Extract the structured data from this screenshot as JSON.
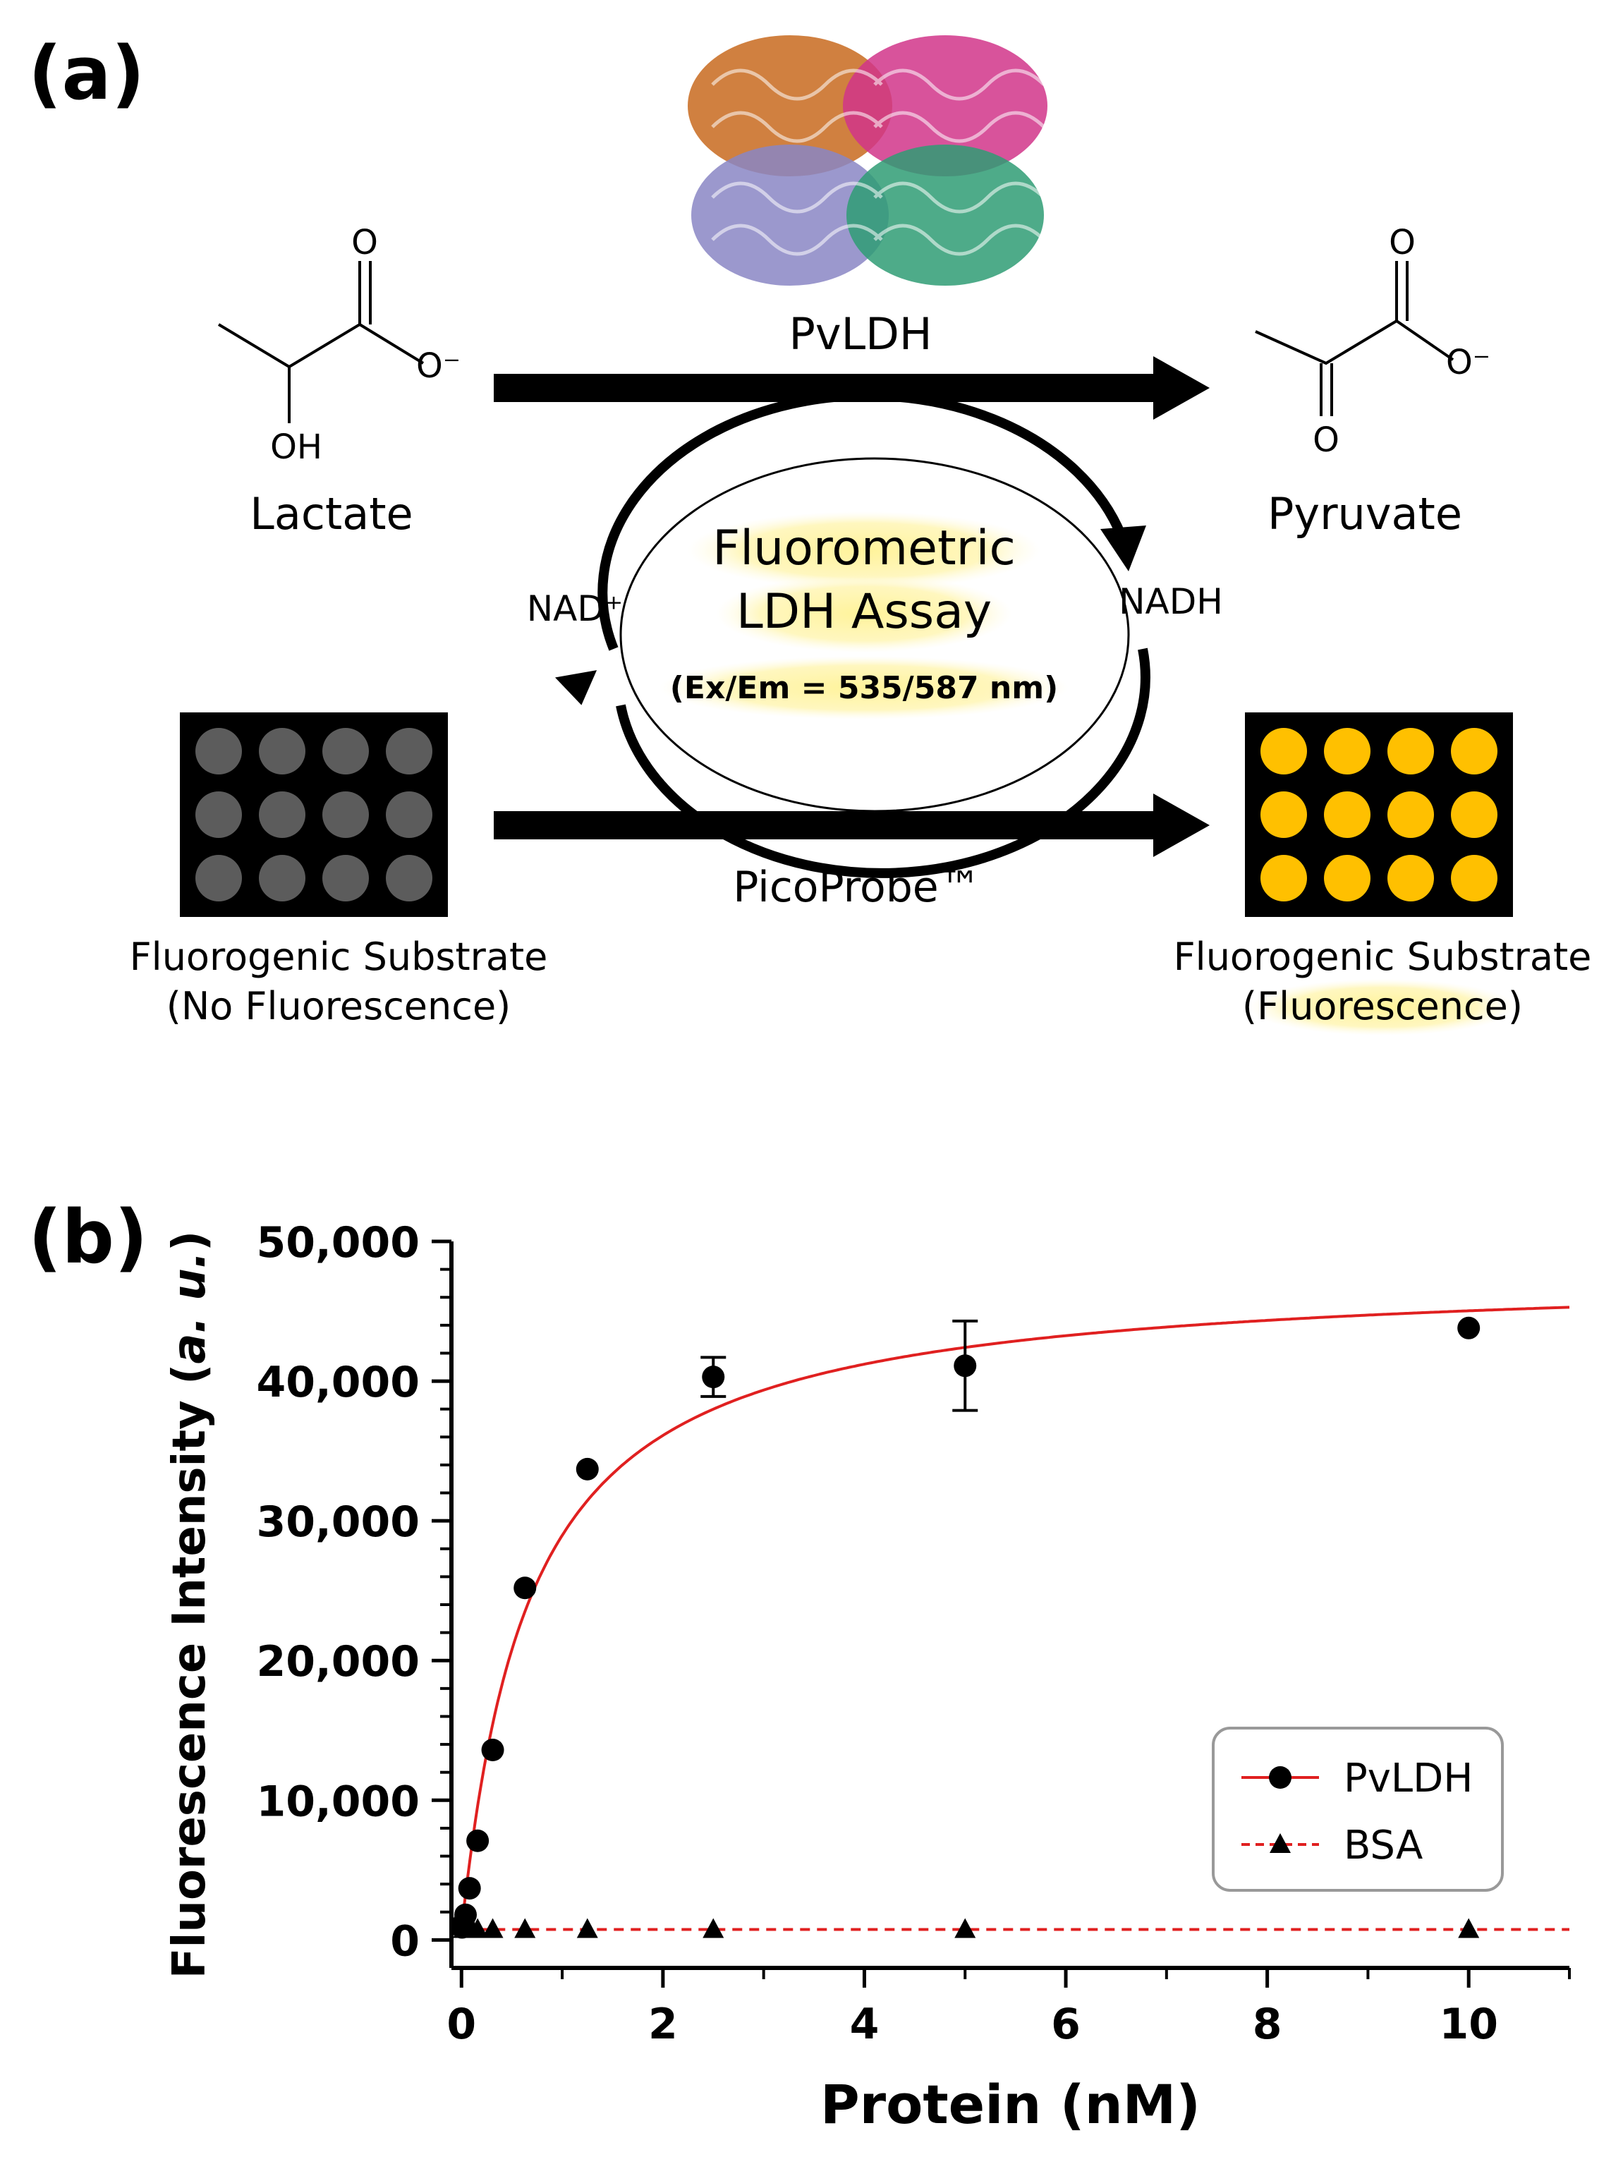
{
  "panel_a": {
    "label": "(a)",
    "enzyme": "PvLDH",
    "substrate": "Lactate",
    "product": "Pyruvate",
    "oh_label": "OH",
    "o_label": "O",
    "o_minus_label": "O⁻",
    "cofactor_left": "NAD⁺",
    "cofactor_right": "NADH",
    "assay_title_line1": "Fluorometric",
    "assay_title_line2": "LDH Assay",
    "assay_conditions": "(Ex/Em = 535/587 nm)",
    "probe": "PicoProbe™",
    "left_plate_caption_1": "Fluorogenic Substrate",
    "left_plate_caption_2": "(No Fluorescence)",
    "right_plate_caption_1": "Fluorogenic Substrate",
    "right_plate_caption_2_open": "(",
    "right_plate_caption_2_word": "Fluorescence",
    "right_plate_caption_2_close": ")",
    "colors": {
      "plate_bg": "#000000",
      "well_off": "#5c5c5c",
      "well_on": "#ffc000",
      "highlight": "#fff6a8"
    }
  },
  "panel_b": {
    "label": "(b)"
  },
  "chart_data": {
    "type": "scatter",
    "xlabel": "Protein (nM)",
    "ylabel_prefix": "Fluorescence Intensity (",
    "ylabel_italic": "a. u.",
    "ylabel_suffix": ")",
    "xlim": [
      -0.1,
      11
    ],
    "ylim": [
      -2000,
      50000
    ],
    "xticks": [
      0,
      2,
      4,
      6,
      8,
      10
    ],
    "xtick_labels": [
      "0",
      "2",
      "4",
      "6",
      "8",
      "10"
    ],
    "yticks": [
      0,
      10000,
      20000,
      30000,
      40000,
      50000
    ],
    "ytick_labels": [
      "0",
      "10,000",
      "20,000",
      "30,000",
      "40,000",
      "50,000"
    ],
    "legend_position": "bottom-right",
    "series": [
      {
        "name": "PvLDH",
        "marker": "circle",
        "color": "#000000",
        "fit_color": "#e02020",
        "fit_style": "solid",
        "fit_model": {
          "ymax": 48000,
          "kd": 0.66
        },
        "x": [
          0.005,
          0.02,
          0.04,
          0.08,
          0.16,
          0.31,
          0.63,
          1.25,
          2.5,
          5,
          10
        ],
        "y": [
          900,
          1200,
          1800,
          3700,
          7100,
          13600,
          25200,
          33700,
          40300,
          41100,
          43800
        ],
        "yerr": [
          0,
          0,
          0,
          0,
          0,
          0,
          0,
          0,
          1400,
          3200,
          0
        ]
      },
      {
        "name": "BSA",
        "marker": "triangle",
        "color": "#000000",
        "fit_color": "#e02020",
        "fit_style": "dashed",
        "fit_constant": 750,
        "x": [
          0.02,
          0.04,
          0.08,
          0.16,
          0.31,
          0.63,
          1.25,
          2.5,
          5,
          10
        ],
        "y": [
          750,
          750,
          750,
          750,
          750,
          750,
          750,
          750,
          750,
          750
        ]
      }
    ]
  }
}
